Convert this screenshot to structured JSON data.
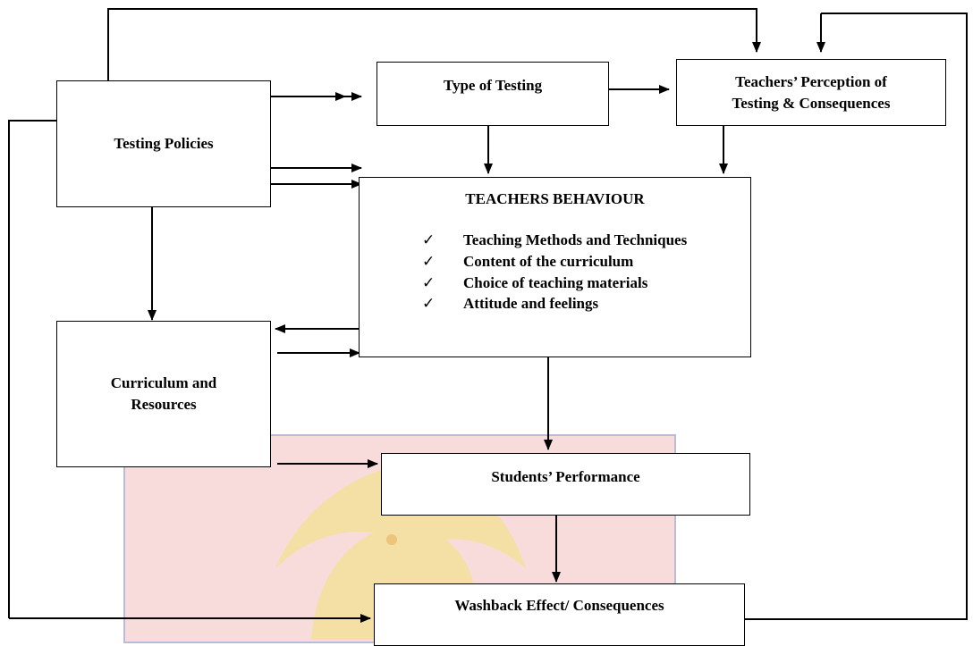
{
  "boxes": {
    "testing_policies": "Testing Policies",
    "type_of_testing": "Type of Testing",
    "perception_line1": "Teachers’ Perception of",
    "perception_line2": "Testing & Consequences",
    "behaviour_title": "TEACHERS BEHAVIOUR",
    "behaviour_items": [
      "Teaching Methods and Techniques",
      "Content of the curriculum",
      "Choice of teaching materials",
      "Attitude and feelings"
    ],
    "curriculum_line1": "Curriculum and",
    "curriculum_line2": "Resources",
    "students_performance": "Students’ Performance",
    "washback": "Washback Effect/ Consequences"
  },
  "check_glyph": "✓",
  "colors": {
    "watermark_red": "#f4c3c3",
    "watermark_border": "#b8bcd8",
    "watermark_gold": "#f3df9a"
  }
}
